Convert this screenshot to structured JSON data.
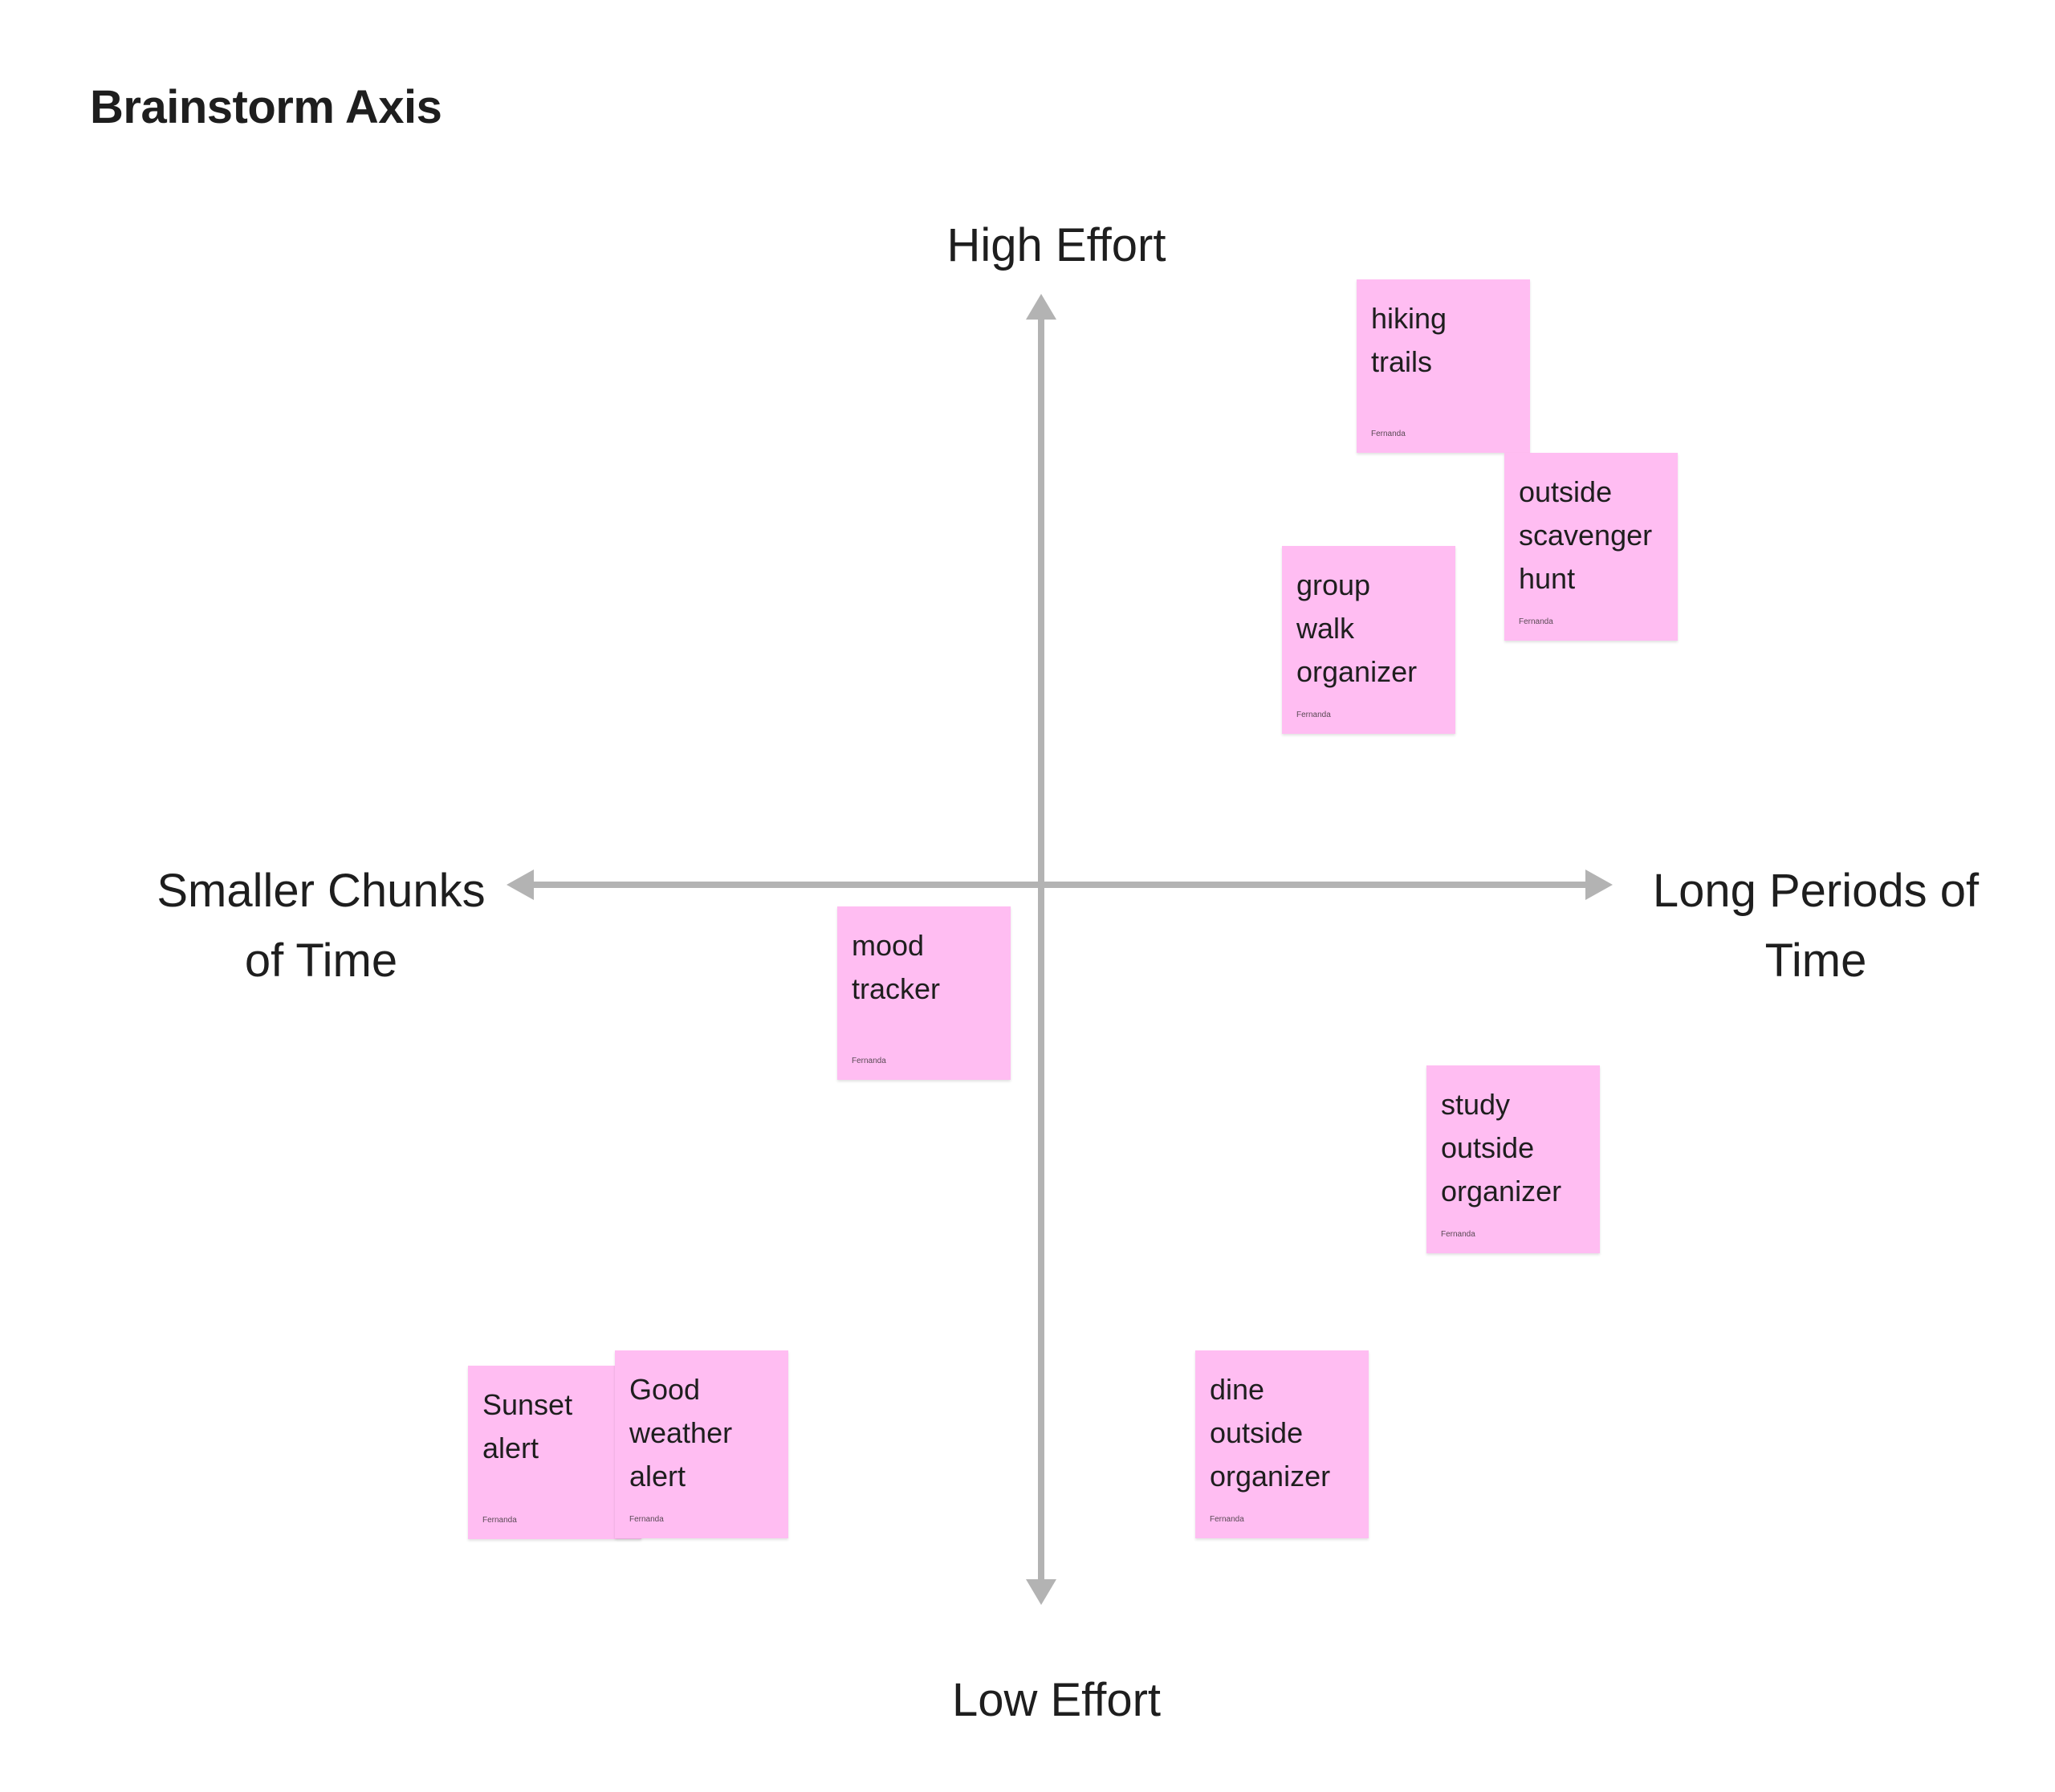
{
  "board": {
    "title": "Brainstorm Axis"
  },
  "axes": {
    "top_label": "High Effort",
    "bottom_label": "Low Effort",
    "left_label": [
      "Smaller Chunks",
      "of Time"
    ],
    "right_label": [
      "Long Periods of",
      "Time"
    ],
    "color": "#b3b3b3"
  },
  "sticky_color": "#ffbdf2",
  "stickies": [
    {
      "lines": [
        "hiking",
        "trails"
      ],
      "author": "Fernanda"
    },
    {
      "lines": [
        "outside",
        "scavenger",
        "hunt"
      ],
      "author": "Fernanda"
    },
    {
      "lines": [
        "group",
        "walk",
        "organizer"
      ],
      "author": "Fernanda"
    },
    {
      "lines": [
        "mood",
        "tracker"
      ],
      "author": "Fernanda"
    },
    {
      "lines": [
        "study",
        "outside",
        "organizer"
      ],
      "author": "Fernanda"
    },
    {
      "lines": [
        "Sunset",
        "alert"
      ],
      "author": "Fernanda"
    },
    {
      "lines": [
        "Good",
        "weather",
        "alert"
      ],
      "author": "Fernanda"
    },
    {
      "lines": [
        "dine",
        "outside",
        "organizer"
      ],
      "author": "Fernanda"
    }
  ]
}
